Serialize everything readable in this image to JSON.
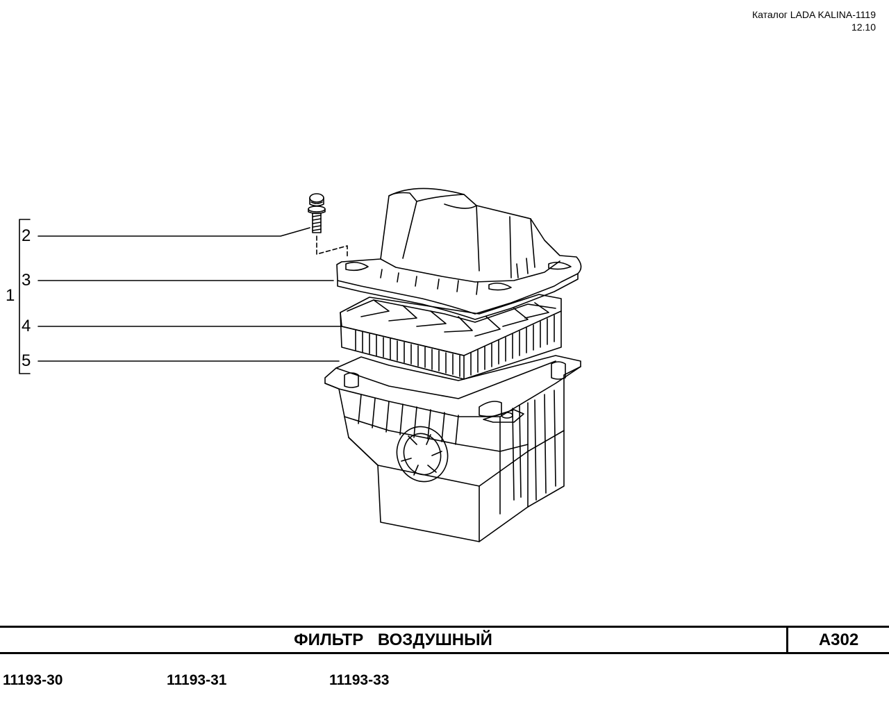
{
  "header": {
    "catalog": "Каталог LADA KALINA-1119",
    "date": "12.10"
  },
  "callouts": {
    "assembly": "1",
    "bolt": "2",
    "cover": "3",
    "element": "4",
    "housing": "5"
  },
  "title": {
    "text": "ФИЛЬТР   ВОЗДУШНЫЙ",
    "code": "A302"
  },
  "models": [
    "11193-30",
    "11193-31",
    "11193-33"
  ]
}
